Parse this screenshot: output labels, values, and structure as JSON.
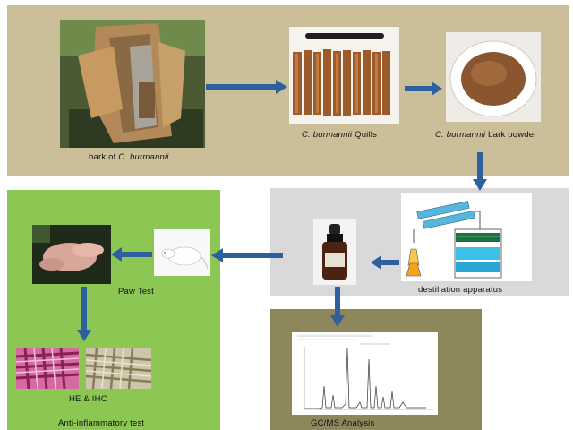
{
  "colors": {
    "top_panel": "#cbbf9a",
    "mid_panel": "#d9d9d9",
    "green_panel": "#8cc653",
    "gcms_panel": "#8f875c",
    "arrow": "#2e5f9e"
  },
  "labels": {
    "bark": {
      "pre": "bark of ",
      "species": "C. burmannii"
    },
    "quills": {
      "species": "C. burmannii",
      "post": " Quills"
    },
    "powder": {
      "species": "C. burmannii",
      "post": " bark powder"
    },
    "destillation": "destillation apparatus",
    "paw_test": "Paw Test",
    "he_ihc": "HE & IHC",
    "anti_inflammatory": "Anti-inflammatory test",
    "gcms": "GC/MS Analysis"
  }
}
